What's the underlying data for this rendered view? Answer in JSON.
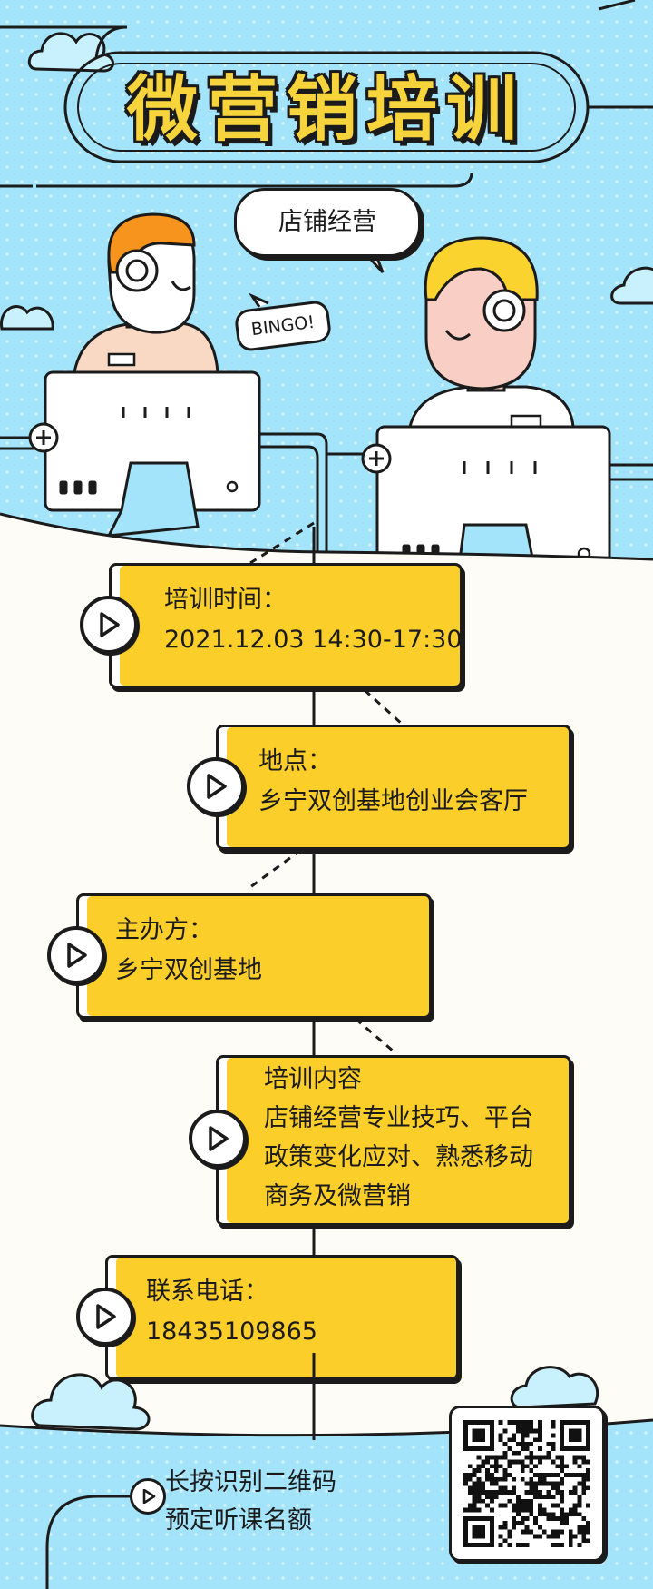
{
  "title": "微营销培训",
  "hero": {
    "bubble_text": "店铺经营",
    "bingo_text": "BINGO!"
  },
  "cards": [
    {
      "label": "培训时间：",
      "lines": [
        "2021.12.03 14:30-17:30"
      ]
    },
    {
      "label": "地点：",
      "lines": [
        "乡宁双创基地创业会客厅"
      ]
    },
    {
      "label": "主办方：",
      "lines": [
        "乡宁双创基地"
      ]
    },
    {
      "label": "培训内容",
      "lines": [
        "店铺经营专业技巧、平台",
        "政策变化应对、熟悉移动",
        "商务及微营销"
      ]
    },
    {
      "label": "联系电话：",
      "lines": [
        "18435109865"
      ]
    }
  ],
  "cta": {
    "line1": "长按识别二维码",
    "line2": "预定听课名额"
  },
  "colors": {
    "sky": "#a3e4fb",
    "card_yellow": "#fcce2a",
    "title_yellow": "#f8d43c",
    "outline": "#1b1b1b",
    "cream": "#fdfcf6",
    "skin": "#f9cfc5",
    "hair_orange": "#f7941d"
  },
  "icons": {
    "play": "play-icon",
    "plus": "plus-icon",
    "qr": "qr-code"
  }
}
